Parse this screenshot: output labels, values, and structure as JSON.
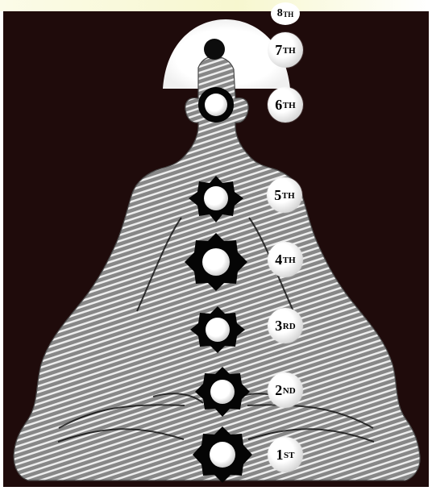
{
  "chakras": [
    {
      "number": "8",
      "suffix": "TH"
    },
    {
      "number": "7",
      "suffix": "TH"
    },
    {
      "number": "6",
      "suffix": "TH"
    },
    {
      "number": "5",
      "suffix": "TH"
    },
    {
      "number": "4",
      "suffix": "TH"
    },
    {
      "number": "3",
      "suffix": "RD"
    },
    {
      "number": "2",
      "suffix": "ND"
    },
    {
      "number": "1",
      "suffix": "ST"
    }
  ],
  "colors": {
    "background": "#1f0b0b",
    "figure": "#8f8f8f",
    "figure_stripe": "#d7d7d7",
    "chakra_outer": "#000000",
    "chakra_inner": "#ffffff",
    "crown_glow": "#ffffff"
  }
}
